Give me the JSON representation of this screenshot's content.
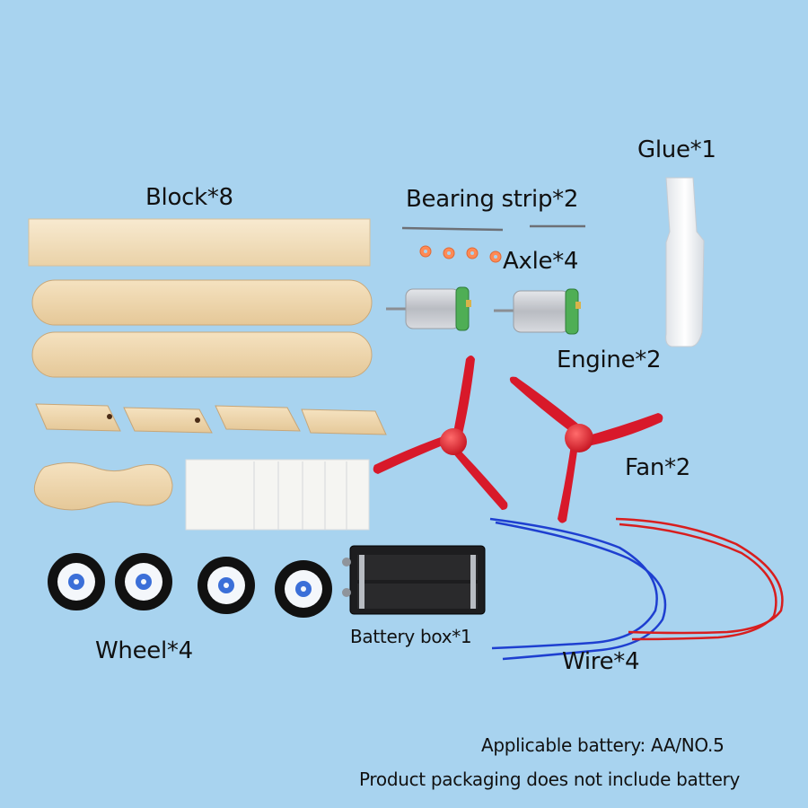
{
  "labels": {
    "glue": "Glue*1",
    "block": "Block*8",
    "bearing_strip": "Bearing strip*2",
    "axle": "Axle*4",
    "engine": "Engine*2",
    "fan": "Fan*2",
    "wheel": "Wheel*4",
    "battery_box": "Battery box*1",
    "wire": "Wire*4"
  },
  "notes": {
    "applicable_battery": "Applicable battery: AA/NO.5",
    "packaging": "Product packaging does not include battery"
  },
  "colors": {
    "background": "#a8d3ef",
    "wood": "#efd7ad",
    "fan_red": "#d8192a",
    "wire_blue": "#1e3fd0",
    "wire_red": "#d81e1e",
    "motor_metal": "#c9cbcf",
    "motor_green": "#4fae55",
    "tape_white": "#f5f5f2"
  }
}
